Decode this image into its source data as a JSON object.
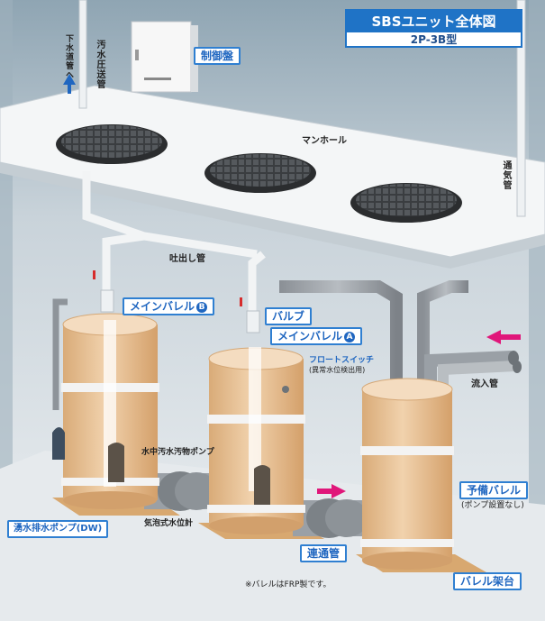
{
  "title": {
    "main": "SBSユニット全体図",
    "model": "2P-3B型"
  },
  "labels": {
    "control_panel": "制御盤",
    "manhole": "マンホール",
    "ventilation_pipe": "通気管",
    "sewage_to": "下水道管へ",
    "pressure_pipe": "汚水圧送管",
    "discharge_pipe": "吐出し管",
    "main_barrel_b": "メインバレル",
    "main_barrel_b_badge": "B",
    "valve": "バルブ",
    "main_barrel_a": "メインバレル",
    "main_barrel_a_badge": "A",
    "float_switch": "フロートスイッチ",
    "float_switch_note": "(異常水位検出用)",
    "inflow_pipe": "流入管",
    "submersible_pump": "水中汚水汚物ポンプ",
    "spare_barrel": "予備バレル",
    "spare_barrel_note": "(ポンプ設置なし)",
    "bubble_level_meter": "気泡式水位計",
    "drainage_pump": "湧水排水ポンプ(DW)",
    "connecting_pipe": "連通管",
    "barrel_stand": "バレル架台",
    "frp_note": "※バレルはFRP製です。"
  },
  "colors": {
    "accent_blue": "#1f73c6",
    "barrel": "#e9c49a",
    "arrow_pink": "#e0177a",
    "arrow_blue": "#1f66c0"
  },
  "icons": [
    "up-arrow-icon",
    "pink-arrow-icon"
  ]
}
